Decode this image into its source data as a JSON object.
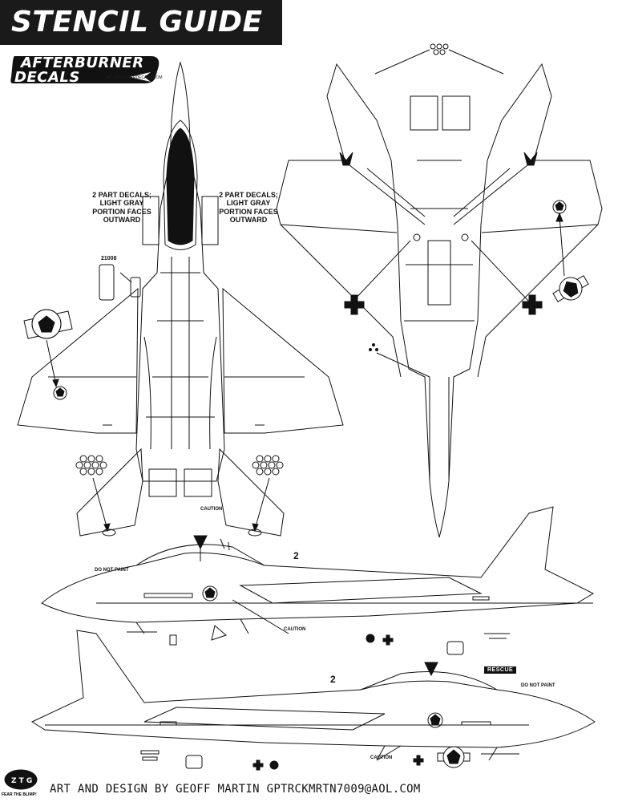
{
  "header": {
    "title": "STENCIL GUIDE"
  },
  "logo": {
    "line1": "AFTERBURNER",
    "line2": "DECALS",
    "url": "AFTERBURNERDECALS.COM"
  },
  "notes": {
    "left": "2 PART DECALS; LIGHT GRAY PORTION FACES OUTWARD",
    "right": "2 PART DECALS; LIGHT GRAY PORTION FACES OUTWARD"
  },
  "stencil_labels": {
    "code": "21008",
    "caution": "CAUTION",
    "do_not_paint": "DO NOT PAINT",
    "rescue": "RESCUE",
    "number": "2"
  },
  "footer": {
    "credit": "ART AND DESIGN BY GEOFF MARTIN GPTRCKMRTN7009@AOL.COM",
    "ztg_caption": "FEAR THE BLIMP!"
  },
  "colors": {
    "ink": "#111111",
    "paper": "#ffffff",
    "header_bg": "#1a1a1a"
  }
}
